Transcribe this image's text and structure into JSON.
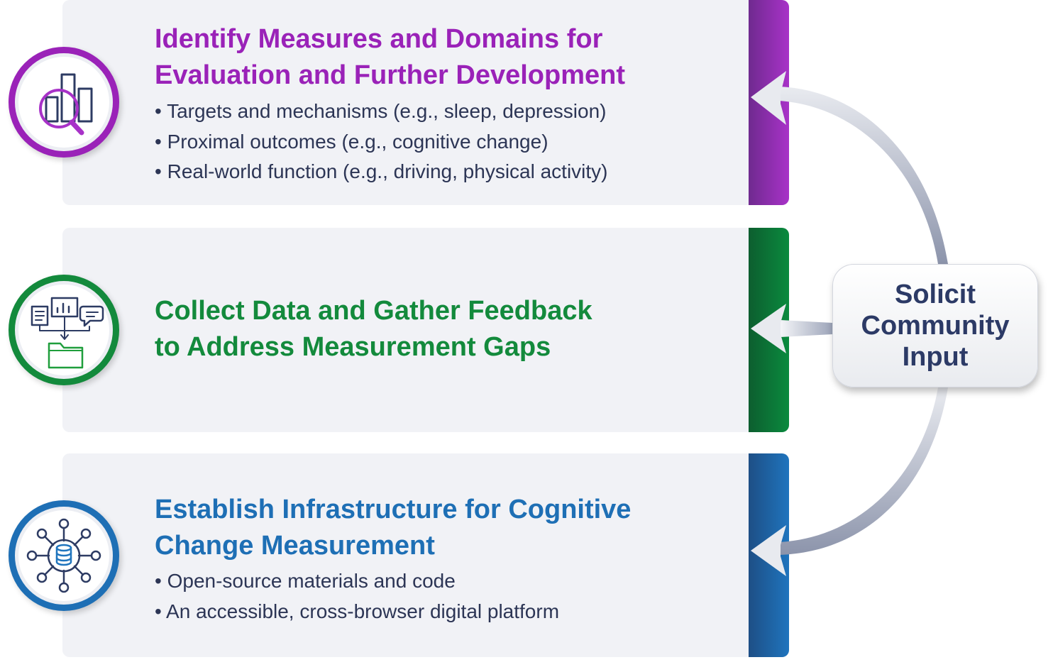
{
  "steps": [
    {
      "title_line1": "Identify Measures and Domains for",
      "title_line2": "Evaluation and Further Development",
      "bullets": [
        "Targets and mechanisms (e.g., sleep, depression)",
        "Proximal outcomes (e.g., cognitive change)",
        "Real-world function (e.g., driving, physical activity)"
      ],
      "icon": "bar-chart-magnifier-icon",
      "color": "#9a22b8"
    },
    {
      "title_line1": "Collect Data and Gather Feedback",
      "title_line2": "to Address Measurement Gaps",
      "icon": "data-feedback-folder-icon",
      "color": "#138a3c"
    },
    {
      "title_line1": "Establish Infrastructure for Cognitive",
      "title_line2": "Change Measurement",
      "bullets": [
        "Open-source materials and code",
        "An accessible, cross-browser digital platform"
      ],
      "icon": "database-network-icon",
      "color": "#1e6fb5"
    }
  ],
  "center": {
    "label": "Solicit\nCommunity\nInput"
  },
  "colors": {
    "panel_bg": "#f1f2f6",
    "text_dark": "#2c3555",
    "arrow": "#c4c9d6"
  }
}
